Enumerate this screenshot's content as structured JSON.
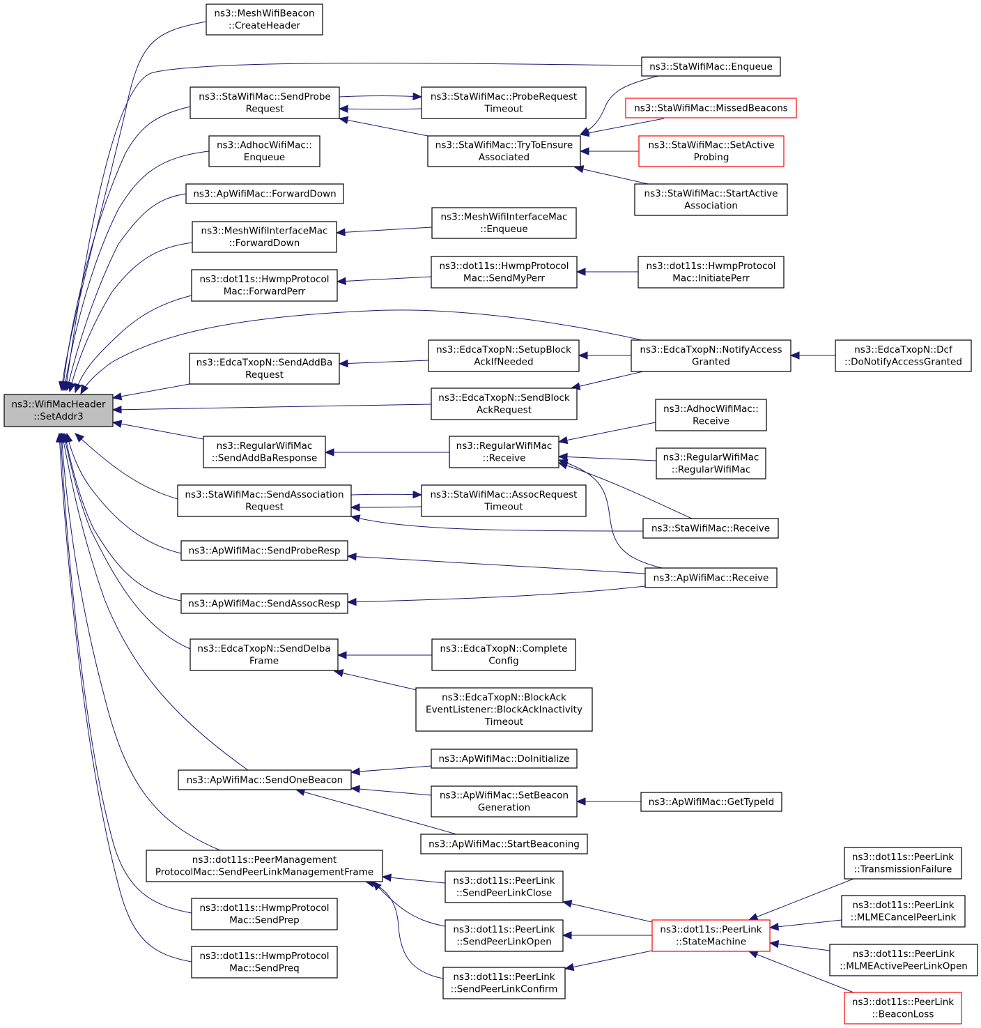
{
  "diagram": {
    "title": "",
    "nodes": [
      {
        "id": "root",
        "lines": [
          "ns3::WifiMacHeader",
          "::SetAddr3"
        ],
        "style": "root"
      },
      {
        "id": "mwb_create",
        "lines": [
          "ns3::MeshWifiBeacon",
          "::CreateHeader"
        ],
        "style": "normal"
      },
      {
        "id": "sta_enqueue",
        "lines": [
          "ns3::StaWifiMac::Enqueue"
        ],
        "style": "normal"
      },
      {
        "id": "sta_sendprobe",
        "lines": [
          "ns3::StaWifiMac::SendProbe",
          "Request"
        ],
        "style": "normal"
      },
      {
        "id": "sta_probetimeout",
        "lines": [
          "ns3::StaWifiMac::ProbeRequest",
          "Timeout"
        ],
        "style": "normal"
      },
      {
        "id": "sta_missed",
        "lines": [
          "ns3::StaWifiMac::MissedBeacons"
        ],
        "style": "red"
      },
      {
        "id": "adhoc_enqueue",
        "lines": [
          "ns3::AdhocWifiMac::",
          "Enqueue"
        ],
        "style": "normal"
      },
      {
        "id": "sta_trytoensure",
        "lines": [
          "ns3::StaWifiMac::TryToEnsure",
          "Associated"
        ],
        "style": "normal"
      },
      {
        "id": "sta_setactive",
        "lines": [
          "ns3::StaWifiMac::SetActive",
          "Probing"
        ],
        "style": "red"
      },
      {
        "id": "ap_forwarddown",
        "lines": [
          "ns3::ApWifiMac::ForwardDown"
        ],
        "style": "normal"
      },
      {
        "id": "sta_startactive",
        "lines": [
          "ns3::StaWifiMac::StartActive",
          "Association"
        ],
        "style": "normal"
      },
      {
        "id": "mwim_forwarddown",
        "lines": [
          "ns3::MeshWifiInterfaceMac",
          "::ForwardDown"
        ],
        "style": "normal"
      },
      {
        "id": "mwim_enqueue",
        "lines": [
          "ns3::MeshWifiInterfaceMac",
          "::Enqueue"
        ],
        "style": "normal"
      },
      {
        "id": "hwmp_forwardperr",
        "lines": [
          "ns3::dot11s::HwmpProtocol",
          "Mac::ForwardPerr"
        ],
        "style": "normal"
      },
      {
        "id": "hwmp_sendmyperr",
        "lines": [
          "ns3::dot11s::HwmpProtocol",
          "Mac::SendMyPerr"
        ],
        "style": "normal"
      },
      {
        "id": "hwmp_initiateperr",
        "lines": [
          "ns3::dot11s::HwmpProtocol",
          "Mac::InitiatePerr"
        ],
        "style": "normal"
      },
      {
        "id": "edca_sendaddba",
        "lines": [
          "ns3::EdcaTxopN::SendAddBa",
          "Request"
        ],
        "style": "normal"
      },
      {
        "id": "edca_setupblock",
        "lines": [
          "ns3::EdcaTxopN::SetupBlock",
          "AckIfNeeded"
        ],
        "style": "normal"
      },
      {
        "id": "edca_notify",
        "lines": [
          "ns3::EdcaTxopN::NotifyAccess",
          "Granted"
        ],
        "style": "normal"
      },
      {
        "id": "edca_dcf",
        "lines": [
          "ns3::EdcaTxopN::Dcf",
          "::DoNotifyAccessGranted"
        ],
        "style": "normal"
      },
      {
        "id": "edca_sendblockack",
        "lines": [
          "ns3::EdcaTxopN::SendBlock",
          "AckRequest"
        ],
        "style": "normal"
      },
      {
        "id": "adhoc_receive",
        "lines": [
          "ns3::AdhocWifiMac::",
          "Receive"
        ],
        "style": "normal"
      },
      {
        "id": "reg_sendaddbaresp",
        "lines": [
          "ns3::RegularWifiMac",
          "::SendAddBaResponse"
        ],
        "style": "normal"
      },
      {
        "id": "reg_receive",
        "lines": [
          "ns3::RegularWifiMac",
          "::Receive"
        ],
        "style": "normal"
      },
      {
        "id": "reg_ctor",
        "lines": [
          "ns3::RegularWifiMac",
          "::RegularWifiMac"
        ],
        "style": "normal"
      },
      {
        "id": "sta_sendassoc",
        "lines": [
          "ns3::StaWifiMac::SendAssociation",
          "Request"
        ],
        "style": "normal"
      },
      {
        "id": "sta_assoctimeout",
        "lines": [
          "ns3::StaWifiMac::AssocRequest",
          "Timeout"
        ],
        "style": "normal"
      },
      {
        "id": "sta_receive",
        "lines": [
          "ns3::StaWifiMac::Receive"
        ],
        "style": "normal"
      },
      {
        "id": "ap_sendproberesp",
        "lines": [
          "ns3::ApWifiMac::SendProbeResp"
        ],
        "style": "normal"
      },
      {
        "id": "ap_receive",
        "lines": [
          "ns3::ApWifiMac::Receive"
        ],
        "style": "normal"
      },
      {
        "id": "ap_sendassocresp",
        "lines": [
          "ns3::ApWifiMac::SendAssocResp"
        ],
        "style": "normal"
      },
      {
        "id": "edca_senddelba",
        "lines": [
          "ns3::EdcaTxopN::SendDelba",
          "Frame"
        ],
        "style": "normal"
      },
      {
        "id": "edca_complete",
        "lines": [
          "ns3::EdcaTxopN::Complete",
          "Config"
        ],
        "style": "normal"
      },
      {
        "id": "edca_blockack_inact",
        "lines": [
          "ns3::EdcaTxopN::BlockAck",
          "EventListener::BlockAckInactivity",
          "Timeout"
        ],
        "style": "normal"
      },
      {
        "id": "ap_doinit",
        "lines": [
          "ns3::ApWifiMac::DoInitialize"
        ],
        "style": "normal"
      },
      {
        "id": "ap_sendonebeacon",
        "lines": [
          "ns3::ApWifiMac::SendOneBeacon"
        ],
        "style": "normal"
      },
      {
        "id": "ap_setbeacongen",
        "lines": [
          "ns3::ApWifiMac::SetBeacon",
          "Generation"
        ],
        "style": "normal"
      },
      {
        "id": "ap_gettypeid",
        "lines": [
          "ns3::ApWifiMac::GetTypeId"
        ],
        "style": "normal"
      },
      {
        "id": "ap_startbeaconing",
        "lines": [
          "ns3::ApWifiMac::StartBeaconing"
        ],
        "style": "normal"
      },
      {
        "id": "pm_sendpeerlink",
        "lines": [
          "ns3::dot11s::PeerManagement",
          "ProtocolMac::SendPeerLinkManagementFrame"
        ],
        "style": "normal"
      },
      {
        "id": "pl_txfailure",
        "lines": [
          "ns3::dot11s::PeerLink",
          "::TransmissionFailure"
        ],
        "style": "normal"
      },
      {
        "id": "pl_sendclose",
        "lines": [
          "ns3::dot11s::PeerLink",
          "::SendPeerLinkClose"
        ],
        "style": "normal"
      },
      {
        "id": "pl_mlmecancel",
        "lines": [
          "ns3::dot11s::PeerLink",
          "::MLMECancelPeerLink"
        ],
        "style": "normal"
      },
      {
        "id": "hwmp_sendprep",
        "lines": [
          "ns3::dot11s::HwmpProtocol",
          "Mac::SendPrep"
        ],
        "style": "normal"
      },
      {
        "id": "pl_sendopen",
        "lines": [
          "ns3::dot11s::PeerLink",
          "::SendPeerLinkOpen"
        ],
        "style": "normal"
      },
      {
        "id": "pl_statemachine",
        "lines": [
          "ns3::dot11s::PeerLink",
          "::StateMachine"
        ],
        "style": "red"
      },
      {
        "id": "pl_mlmeactive",
        "lines": [
          "ns3::dot11s::PeerLink",
          "::MLMEActivePeerLinkOpen"
        ],
        "style": "normal"
      },
      {
        "id": "hwmp_sendpreq",
        "lines": [
          "ns3::dot11s::HwmpProtocol",
          "Mac::SendPreq"
        ],
        "style": "normal"
      },
      {
        "id": "pl_sendconfirm",
        "lines": [
          "ns3::dot11s::PeerLink",
          "::SendPeerLinkConfirm"
        ],
        "style": "normal"
      },
      {
        "id": "pl_beaconloss",
        "lines": [
          "ns3::dot11s::PeerLink",
          "::BeaconLoss"
        ],
        "style": "red"
      }
    ],
    "edges": [
      {
        "from": "mwb_create",
        "to": "root"
      },
      {
        "from": "sta_enqueue",
        "to": "root"
      },
      {
        "from": "sta_sendprobe",
        "to": "root"
      },
      {
        "from": "adhoc_enqueue",
        "to": "root"
      },
      {
        "from": "ap_forwarddown",
        "to": "root"
      },
      {
        "from": "mwim_forwarddown",
        "to": "root"
      },
      {
        "from": "hwmp_forwardperr",
        "to": "root"
      },
      {
        "from": "edca_notify",
        "to": "root"
      },
      {
        "from": "edca_sendaddba",
        "to": "root"
      },
      {
        "from": "edca_sendblockack",
        "to": "root"
      },
      {
        "from": "reg_sendaddbaresp",
        "to": "root"
      },
      {
        "from": "sta_sendassoc",
        "to": "root"
      },
      {
        "from": "ap_sendproberesp",
        "to": "root"
      },
      {
        "from": "ap_sendassocresp",
        "to": "root"
      },
      {
        "from": "edca_senddelba",
        "to": "root"
      },
      {
        "from": "ap_sendonebeacon",
        "to": "root"
      },
      {
        "from": "pm_sendpeerlink",
        "to": "root"
      },
      {
        "from": "hwmp_sendprep",
        "to": "root"
      },
      {
        "from": "hwmp_sendpreq",
        "to": "root"
      },
      {
        "from": "sta_sendprobe",
        "to": "sta_probetimeout"
      },
      {
        "from": "sta_probetimeout",
        "to": "sta_sendprobe"
      },
      {
        "from": "sta_trytoensure",
        "to": "sta_sendprobe"
      },
      {
        "from": "sta_enqueue",
        "to": "sta_trytoensure"
      },
      {
        "from": "sta_missed",
        "to": "sta_trytoensure"
      },
      {
        "from": "sta_setactive",
        "to": "sta_trytoensure"
      },
      {
        "from": "sta_startactive",
        "to": "sta_trytoensure"
      },
      {
        "from": "mwim_enqueue",
        "to": "mwim_forwarddown"
      },
      {
        "from": "hwmp_sendmyperr",
        "to": "hwmp_forwardperr"
      },
      {
        "from": "hwmp_initiateperr",
        "to": "hwmp_sendmyperr"
      },
      {
        "from": "edca_setupblock",
        "to": "edca_sendaddba"
      },
      {
        "from": "edca_notify",
        "to": "edca_setupblock"
      },
      {
        "from": "edca_dcf",
        "to": "edca_notify"
      },
      {
        "from": "edca_notify",
        "to": "edca_sendblockack"
      },
      {
        "from": "reg_receive",
        "to": "reg_sendaddbaresp"
      },
      {
        "from": "adhoc_receive",
        "to": "reg_receive"
      },
      {
        "from": "reg_ctor",
        "to": "reg_receive"
      },
      {
        "from": "sta_receive",
        "to": "reg_receive"
      },
      {
        "from": "ap_receive",
        "to": "reg_receive"
      },
      {
        "from": "sta_sendassoc",
        "to": "sta_assoctimeout"
      },
      {
        "from": "sta_assoctimeout",
        "to": "sta_sendassoc"
      },
      {
        "from": "sta_receive",
        "to": "sta_sendassoc"
      },
      {
        "from": "ap_receive",
        "to": "ap_sendproberesp"
      },
      {
        "from": "ap_receive",
        "to": "ap_sendassocresp"
      },
      {
        "from": "edca_complete",
        "to": "edca_senddelba"
      },
      {
        "from": "edca_blockack_inact",
        "to": "edca_senddelba"
      },
      {
        "from": "ap_doinit",
        "to": "ap_sendonebeacon"
      },
      {
        "from": "ap_setbeacongen",
        "to": "ap_sendonebeacon"
      },
      {
        "from": "ap_startbeaconing",
        "to": "ap_sendonebeacon"
      },
      {
        "from": "ap_gettypeid",
        "to": "ap_setbeacongen"
      },
      {
        "from": "pl_sendclose",
        "to": "pm_sendpeerlink"
      },
      {
        "from": "pl_sendopen",
        "to": "pm_sendpeerlink"
      },
      {
        "from": "pl_sendconfirm",
        "to": "pm_sendpeerlink"
      },
      {
        "from": "pl_statemachine",
        "to": "pl_sendclose"
      },
      {
        "from": "pl_statemachine",
        "to": "pl_sendopen"
      },
      {
        "from": "pl_statemachine",
        "to": "pl_sendconfirm"
      },
      {
        "from": "pl_txfailure",
        "to": "pl_statemachine"
      },
      {
        "from": "pl_mlmecancel",
        "to": "pl_statemachine"
      },
      {
        "from": "pl_mlmeactive",
        "to": "pl_statemachine"
      },
      {
        "from": "pl_beaconloss",
        "to": "pl_statemachine"
      }
    ],
    "colors": {
      "edge": "#191970",
      "node_border": "#000000",
      "highlight_border": "#ff0000",
      "root_fill": "#bfbfbf"
    }
  }
}
